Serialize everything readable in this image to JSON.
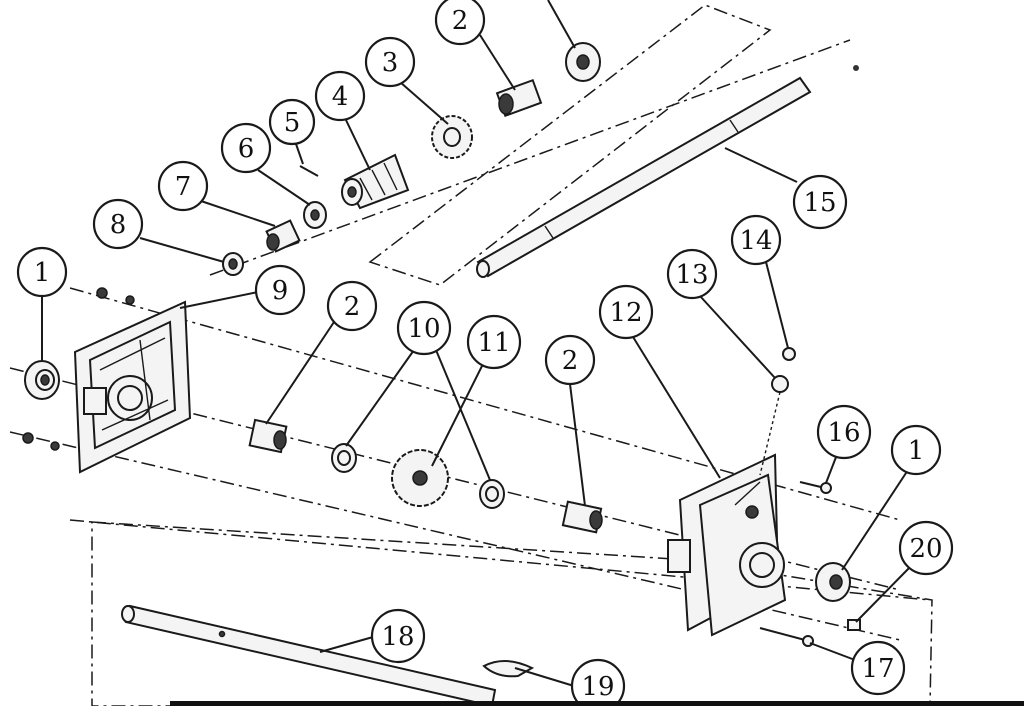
{
  "diagram": {
    "callouts": [
      {
        "id": "c2a",
        "label": "2"
      },
      {
        "id": "c3",
        "label": "3"
      },
      {
        "id": "c4",
        "label": "4"
      },
      {
        "id": "c5",
        "label": "5"
      },
      {
        "id": "c6",
        "label": "6"
      },
      {
        "id": "c7",
        "label": "7"
      },
      {
        "id": "c8",
        "label": "8"
      },
      {
        "id": "c1a",
        "label": "1"
      },
      {
        "id": "c9",
        "label": "9"
      },
      {
        "id": "c2b",
        "label": "2"
      },
      {
        "id": "c10",
        "label": "10"
      },
      {
        "id": "c11",
        "label": "11"
      },
      {
        "id": "c2c",
        "label": "2"
      },
      {
        "id": "c12",
        "label": "12"
      },
      {
        "id": "c13",
        "label": "13"
      },
      {
        "id": "c14",
        "label": "14"
      },
      {
        "id": "c15",
        "label": "15"
      },
      {
        "id": "c16",
        "label": "16"
      },
      {
        "id": "c1b",
        "label": "1"
      },
      {
        "id": "c20",
        "label": "20"
      },
      {
        "id": "c17",
        "label": "17"
      },
      {
        "id": "c18",
        "label": "18"
      },
      {
        "id": "c19",
        "label": "19"
      }
    ]
  }
}
